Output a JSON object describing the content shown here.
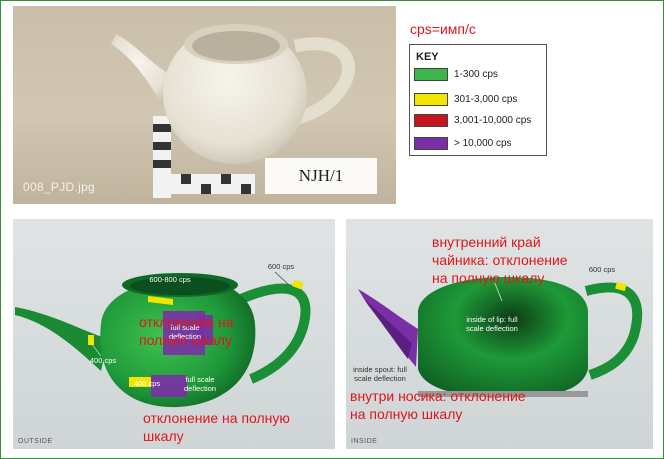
{
  "photo": {
    "caption": "008_PJD.jpg",
    "label": "NJH/1"
  },
  "cps_definition": "cps=имп/с",
  "key": {
    "title": "KEY",
    "items": [
      {
        "label": "1-300 cps",
        "color": "#3db54a"
      },
      {
        "label": "301-3,000 cps",
        "color": "#f2e600"
      },
      {
        "label": "3,001-10,000 cps",
        "color": "#c4161c"
      },
      {
        "label": "> 10,000 cps",
        "color": "#7b2fa6"
      }
    ]
  },
  "outside_panel": {
    "label": "OUTSIDE",
    "annotations": {
      "rim": "600-800 cps",
      "handle": "600 cps",
      "spout": "400 cps",
      "lower": "400 cps",
      "side": "full scale deflection",
      "center": "full scale deflection"
    },
    "russian": {
      "center": "отклонение на полную шкалу",
      "bottom": "отклонение на полную шкалу"
    }
  },
  "inside_panel": {
    "label": "INSIDE",
    "annotations": {
      "handle": "600 cps",
      "lip": "inside of lip: full scale deflection",
      "spout": "inside spout: full scale deflection"
    },
    "russian": {
      "lip": "внутренний край чайника: отклонение на полную шкалу",
      "spout": "внутри носика: отклонение на полную шкалу"
    }
  },
  "colors": {
    "accent_red": "#e0161b",
    "teapot_green": "#1f9a3a"
  }
}
